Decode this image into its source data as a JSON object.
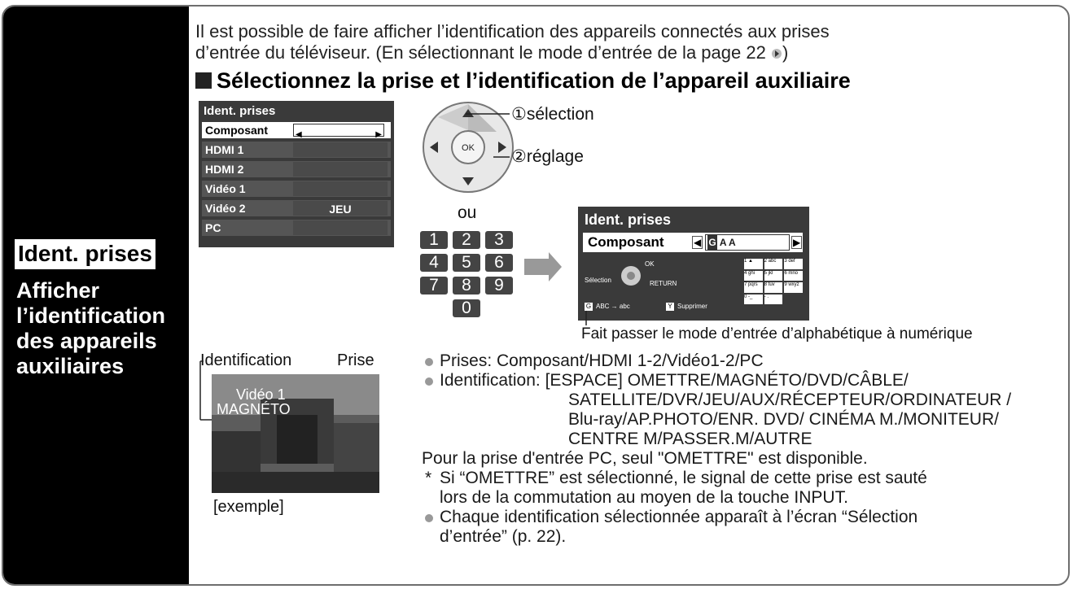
{
  "sidebar": {
    "title": "Ident. prises",
    "subtitle_lines": [
      "Afficher",
      "l’identification",
      "des appareils",
      "auxiliaires"
    ]
  },
  "intro": {
    "line1": "Il est possible de faire afficher l’identification des appareils connectés aux prises",
    "line2": "d’entrée du téléviseur. (En sélectionnant le mode d’entrée de la page 22"
  },
  "heading": "Sélectionnez la prise et l’identification de l’appareil auxiliaire",
  "menu1": {
    "title": "Ident. prises",
    "rows": [
      {
        "label": "Composant",
        "value": ""
      },
      {
        "label": "HDMI 1",
        "value": ""
      },
      {
        "label": "HDMI 2",
        "value": ""
      },
      {
        "label": "Vidéo 1",
        "value": ""
      },
      {
        "label": "Vidéo 2",
        "value": "JEU"
      },
      {
        "label": "PC",
        "value": ""
      }
    ]
  },
  "dpad": {
    "ok": "OK",
    "step1": "①sélection",
    "step2": "②réglage"
  },
  "ou": "ou",
  "keys": [
    "1",
    "2",
    "3",
    "4",
    "5",
    "6",
    "7",
    "8",
    "9",
    "0"
  ],
  "menu2": {
    "title": "Ident. prises",
    "row_label": "Composant",
    "row_value": "A A",
    "row_value_icon": "G",
    "ok": "OK",
    "selection": "Sélection",
    "return": "RETURN",
    "abc": "ABC → abc",
    "supprimer": "Supprimer",
    "grid": [
      "1 ▲",
      "2 abc",
      "3 def",
      "4 ghi",
      "5 jkl",
      "6 mno",
      "7 pqrs",
      "8 tuv",
      "9 wxyz",
      "0 -_",
      "- ."
    ]
  },
  "menu2_caption": "Fait passer le mode d’entrée d’alphabétique à numérique",
  "example": {
    "label_identification": "Identification",
    "label_prise": "Prise",
    "overlay_line1": "Vidéo 1",
    "overlay_line2": "MAGNÉTO",
    "caption": "[exemple]"
  },
  "notes": {
    "prises": "Prises:   Composant/HDMI 1-2/Vidéo1-2/PC",
    "ident_line1": "Identification:  [ESPACE] OMETTRE/MAGNÉTO/DVD/CÂBLE/",
    "ident_line2": "SATELLITE/DVR/JEU/AUX/RÉCEPTEUR/ORDINATEUR /",
    "ident_line3": "Blu-ray/AP.PHOTO/ENR. DVD/ CINÉMA M./MONITEUR/",
    "ident_line4": "CENTRE M/PASSER.M/AUTRE",
    "pc_note": "Pour la prise d'entrée PC, seul \"OMETTRE\" est disponible.",
    "star_line1": "Si “OMETTRE” est sélectionné, le signal de cette prise est sauté",
    "star_line2": "lors de la commutation au moyen de la touche INPUT.",
    "each_line1": "Chaque identification sélectionnée apparaît à l’écran “Sélection",
    "each_line2": "d’entrée” (p. 22)."
  }
}
